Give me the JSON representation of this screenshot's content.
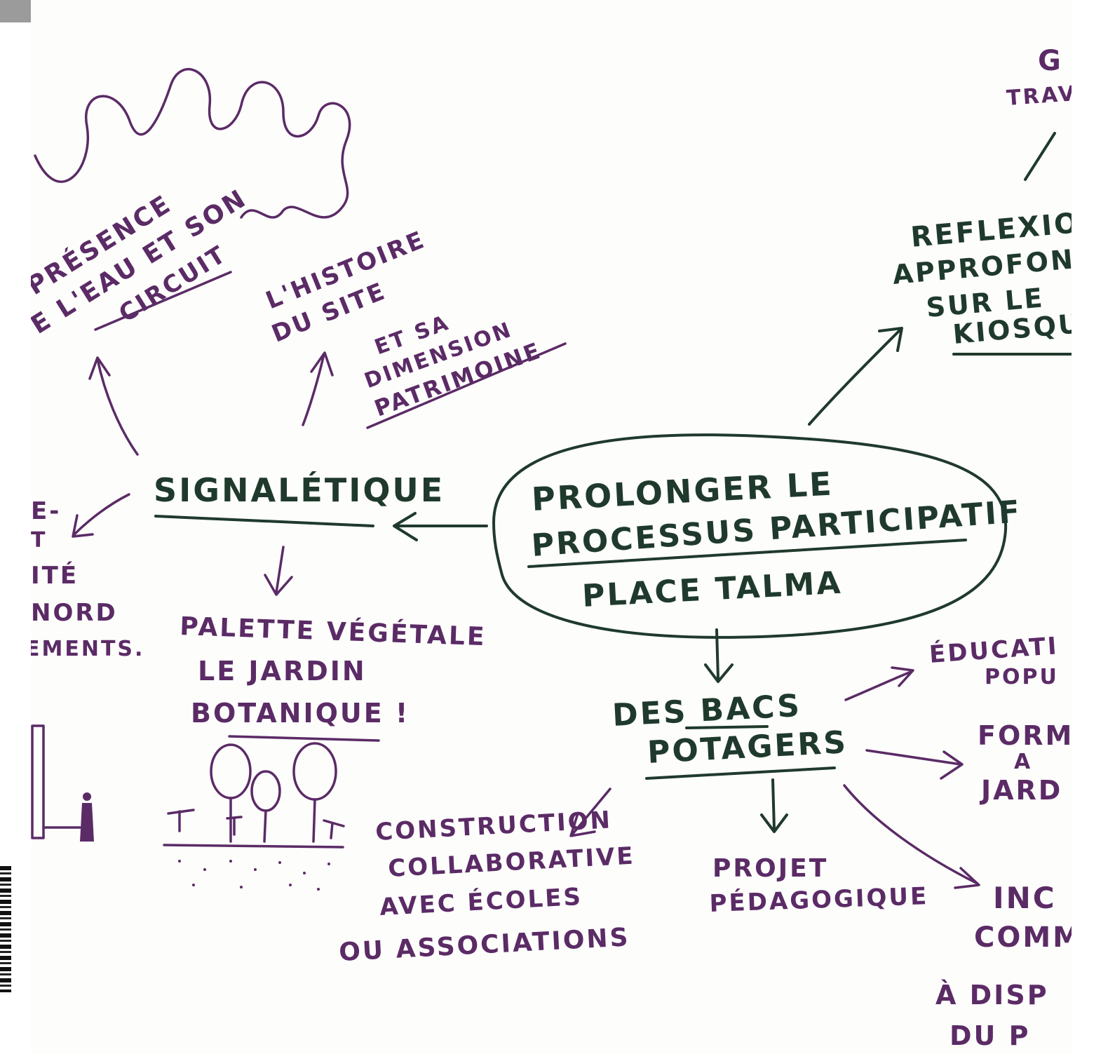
{
  "center": {
    "line1": "PROLONGER LE",
    "line2": "PROCESSUS PARTICIPATIF",
    "line3": "PLACE TALMA"
  },
  "signaletique": {
    "label": "SIGNALÉTIQUE",
    "presence": [
      "PRÉSENCE",
      "E L'EAU ET SON",
      "CIRCUIT"
    ],
    "histoire": [
      "L'HISTOIRE",
      "DU SITE",
      "ET SA",
      "DIMENSION",
      "PATRIMOINE"
    ],
    "palette": [
      "PALETTE VÉGÉTALE",
      "LE JARDIN",
      "BOTANIQUE !"
    ],
    "left_fragments": [
      "E-",
      "T",
      "ITÉ",
      "NORD",
      "EMENTS."
    ]
  },
  "potagers": {
    "label1": "DES BACS",
    "label2": "POTAGERS",
    "construction": [
      "CONSTRUCTION",
      "COLLABORATIVE",
      "AVEC ÉCOLES",
      "OU ASSOCIATIONS"
    ],
    "projet": [
      "PROJET",
      "PÉDAGOGIQUE"
    ],
    "education": [
      "ÉDUCATI",
      "POPU"
    ],
    "formation": [
      "FORM",
      "A",
      "JARD"
    ],
    "inc": [
      "INC",
      "COMM",
      "À DISP",
      "DU P"
    ]
  },
  "kiosque": {
    "lines": [
      "REFLEXIO",
      "APPROFON",
      "SUR LE",
      "KIOSQU"
    ],
    "top_fragments": [
      "G",
      "TRAV"
    ]
  }
}
